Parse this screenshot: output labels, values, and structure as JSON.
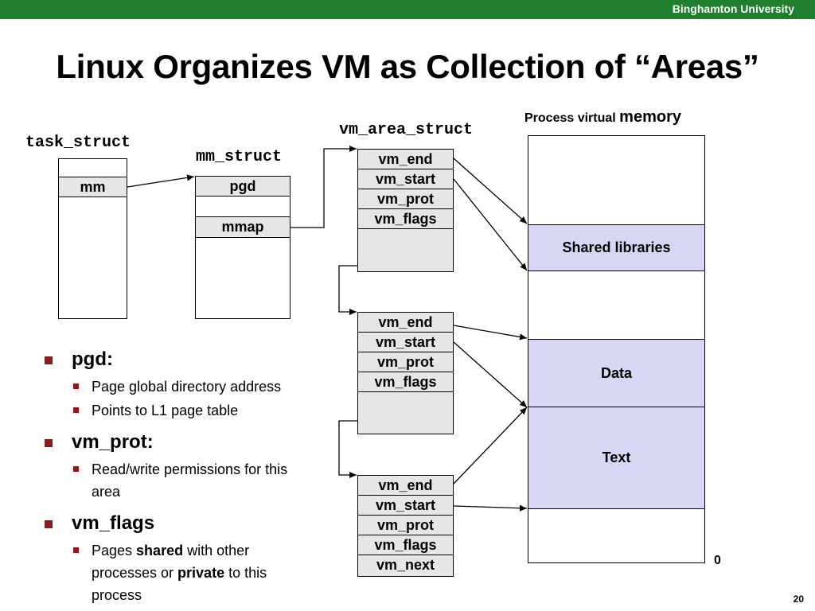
{
  "header": {
    "university": "Binghamton University"
  },
  "title": "Linux Organizes VM as Collection of “Areas”",
  "labels": {
    "task_struct": "task_struct",
    "mm_struct": "mm_struct",
    "vm_area_struct": "vm_area_struct",
    "process_vm_prefix": "Process virtual ",
    "process_vm_suffix": "memory"
  },
  "task_struct": {
    "field": "mm"
  },
  "mm_struct": {
    "field1": "pgd",
    "field2": "mmap"
  },
  "vm_area_1": [
    "vm_end",
    "vm_start",
    "vm_prot",
    "vm_flags"
  ],
  "vm_area_2": [
    "vm_end",
    "vm_start",
    "vm_prot",
    "vm_flags"
  ],
  "vm_area_3": [
    "vm_end",
    "vm_start",
    "vm_prot",
    "vm_flags",
    "vm_next"
  ],
  "memory": {
    "shared_libraries": "Shared libraries",
    "data": "Data",
    "text": "Text",
    "zero": "0"
  },
  "bullets": {
    "pgd": {
      "title": "pgd:",
      "items": [
        "Page global directory address",
        "Points to L1 page table"
      ]
    },
    "vm_prot": {
      "title": "vm_prot:",
      "items": [
        "Read/write permissions for this area"
      ]
    },
    "vm_flags": {
      "title": "vm_flags",
      "item_pre": "Pages ",
      "item_b1": "shared",
      "item_mid": " with other processes or ",
      "item_b2": "private",
      "item_post": " to this process"
    }
  },
  "colors": {
    "header_green": "#1f7f2e",
    "region_fill": "#d7d7f5",
    "cell_fill": "#e6e6e6",
    "bullet": "#8b1a1a"
  },
  "page_number": "20"
}
